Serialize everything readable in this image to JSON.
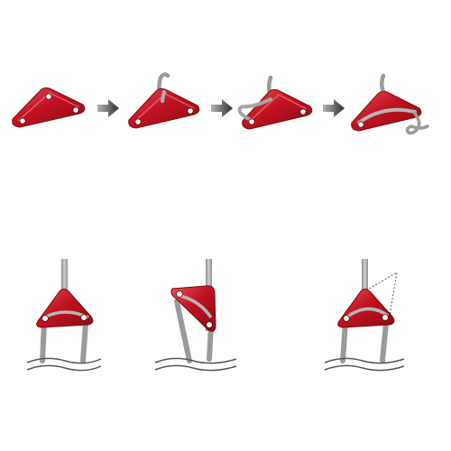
{
  "diagram": {
    "kind": "instruction-illustration",
    "text": [],
    "colors": {
      "tensioner_red": "#c1121f",
      "tensioner_dark": "#8d0b15",
      "tensioner_light": "#e24a55",
      "cord_grey": "#a9a9a9",
      "cord_dark": "#6f6f6f",
      "arrow_dark": "#3c3c3c",
      "arrow_light": "#9a9a9a",
      "ground_line": "#6b6b6b"
    },
    "threading_steps": [
      {
        "step": 1,
        "icon": "tensioner-plain-icon"
      },
      {
        "step": 2,
        "icon": "tensioner-cord-through-hole-icon"
      },
      {
        "step": 3,
        "icon": "tensioner-cord-looped-icon"
      },
      {
        "step": 4,
        "icon": "tensioner-cord-tied-icon"
      }
    ],
    "step_arrows": [
      "arrow-right-icon",
      "arrow-right-icon",
      "arrow-right-icon"
    ],
    "usage_examples": [
      {
        "icon": "guyline-tensioner-mounted-icon"
      },
      {
        "icon": "guyline-tensioner-angled-icon"
      },
      {
        "icon": "guyline-tensioner-loose-end-icon"
      }
    ]
  }
}
